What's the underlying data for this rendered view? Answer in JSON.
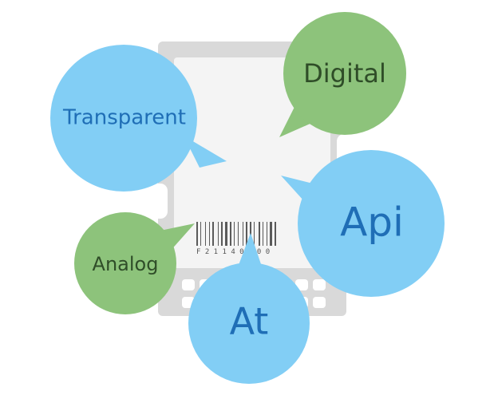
{
  "colors": {
    "blue": "#82CEF5",
    "blue_text": "#1F6EB6",
    "green": "#8DC37B",
    "green_text": "#2F4D28",
    "module_body": "#D9D9D9",
    "module_inner": "#F4F4F4"
  },
  "module": {
    "barcode_text": "F 2 1 1 4   0 5 0 0"
  },
  "bubbles": {
    "transparent": {
      "label": "Transparent",
      "color": "blue"
    },
    "digital": {
      "label": "Digital",
      "color": "green"
    },
    "api": {
      "label": "Api",
      "color": "blue"
    },
    "analog": {
      "label": "Analog",
      "color": "green"
    },
    "at": {
      "label": "At",
      "color": "blue"
    }
  }
}
